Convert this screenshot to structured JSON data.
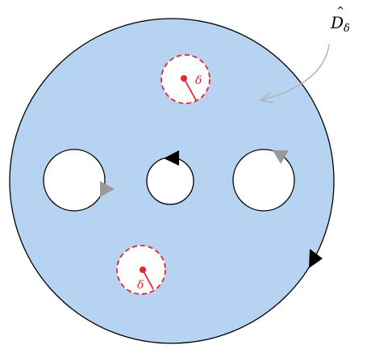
{
  "diagram": {
    "domain_label_glyph": "D",
    "domain_label_accent": "^",
    "domain_label_subscript": "δ",
    "delta_label": "δ",
    "colors": {
      "domain_fill": "#b7d3f2",
      "outline": "#000000",
      "hole_fill": "#ffffff",
      "small_disk": "#e8242b",
      "gray_arrow": "#999999",
      "black_arrow": "#000000",
      "pointer_arrow": "#b3b3b3"
    }
  }
}
